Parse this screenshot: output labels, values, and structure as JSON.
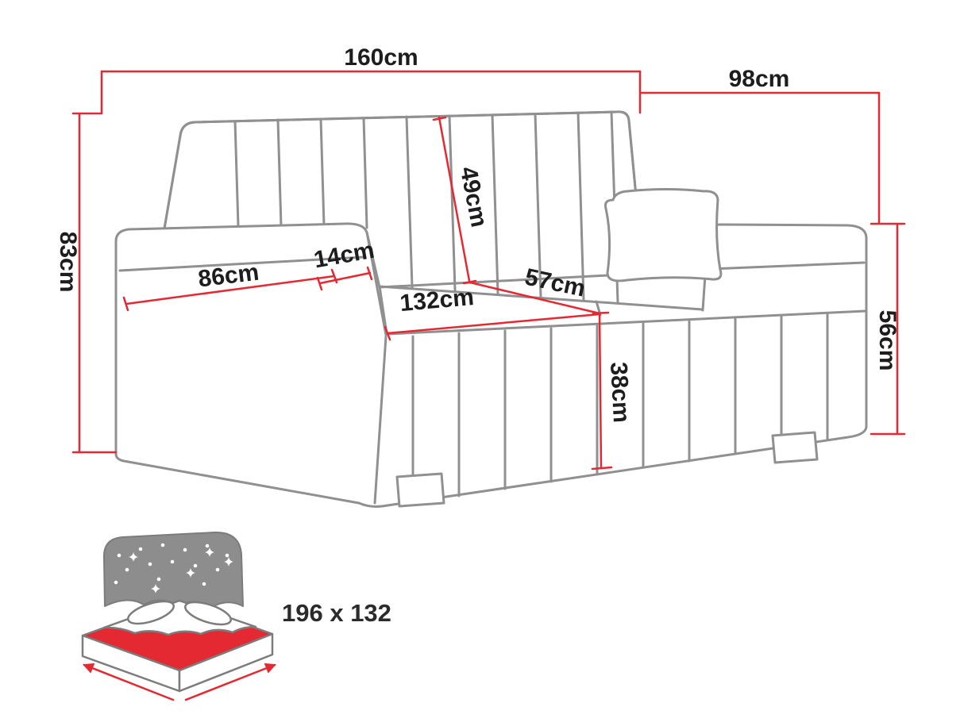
{
  "palette": {
    "accent_red": "#e52933",
    "outline_gray": "#909090",
    "blanket_gray": "#8d8d8d",
    "text_color": "#1d1d1f"
  },
  "labels": {
    "width_total": "160cm",
    "depth_total": "98cm",
    "height_total": "83cm",
    "backrest_height": "49cm",
    "armrest_width": "14cm",
    "armrest_depth": "86cm",
    "seat_width": "132cm",
    "seat_depth": "57cm",
    "seat_height": "38cm",
    "armrest_height": "56cm"
  },
  "sleeping_area": {
    "icon": "sofa-bed-icon",
    "text": "196 x 132"
  }
}
